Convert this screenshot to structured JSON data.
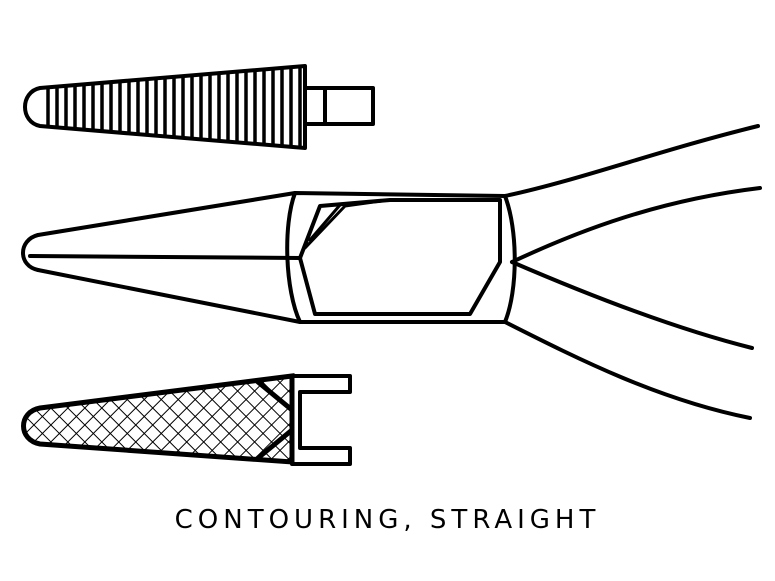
{
  "figure": {
    "caption": "CONTOURING, STRAIGHT",
    "ink_color": "#000000",
    "background_color": "#ffffff",
    "parts": [
      "grooved-jaw-tip",
      "pliers-body",
      "crosshatched-jaw-tip"
    ]
  }
}
